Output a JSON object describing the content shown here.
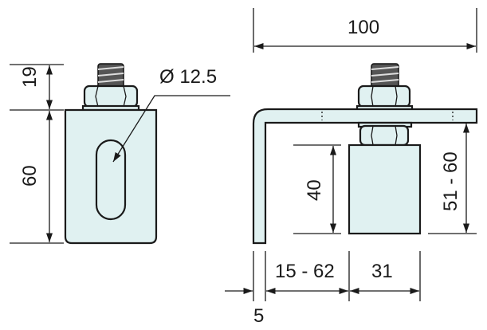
{
  "colors": {
    "part_fill": "#e0f1f1",
    "line": "#1a1a1a"
  },
  "side_view": {
    "dim_nut_height": "19",
    "dim_body_height": "60",
    "dim_slot_diameter": "Ø 12.5"
  },
  "front_view": {
    "dim_total_width": "100",
    "dim_block_height": "40",
    "dim_height_range": "51 - 60",
    "dim_offset_range": "15 - 62",
    "dim_block_width": "31",
    "dim_leg_thickness": "5"
  }
}
